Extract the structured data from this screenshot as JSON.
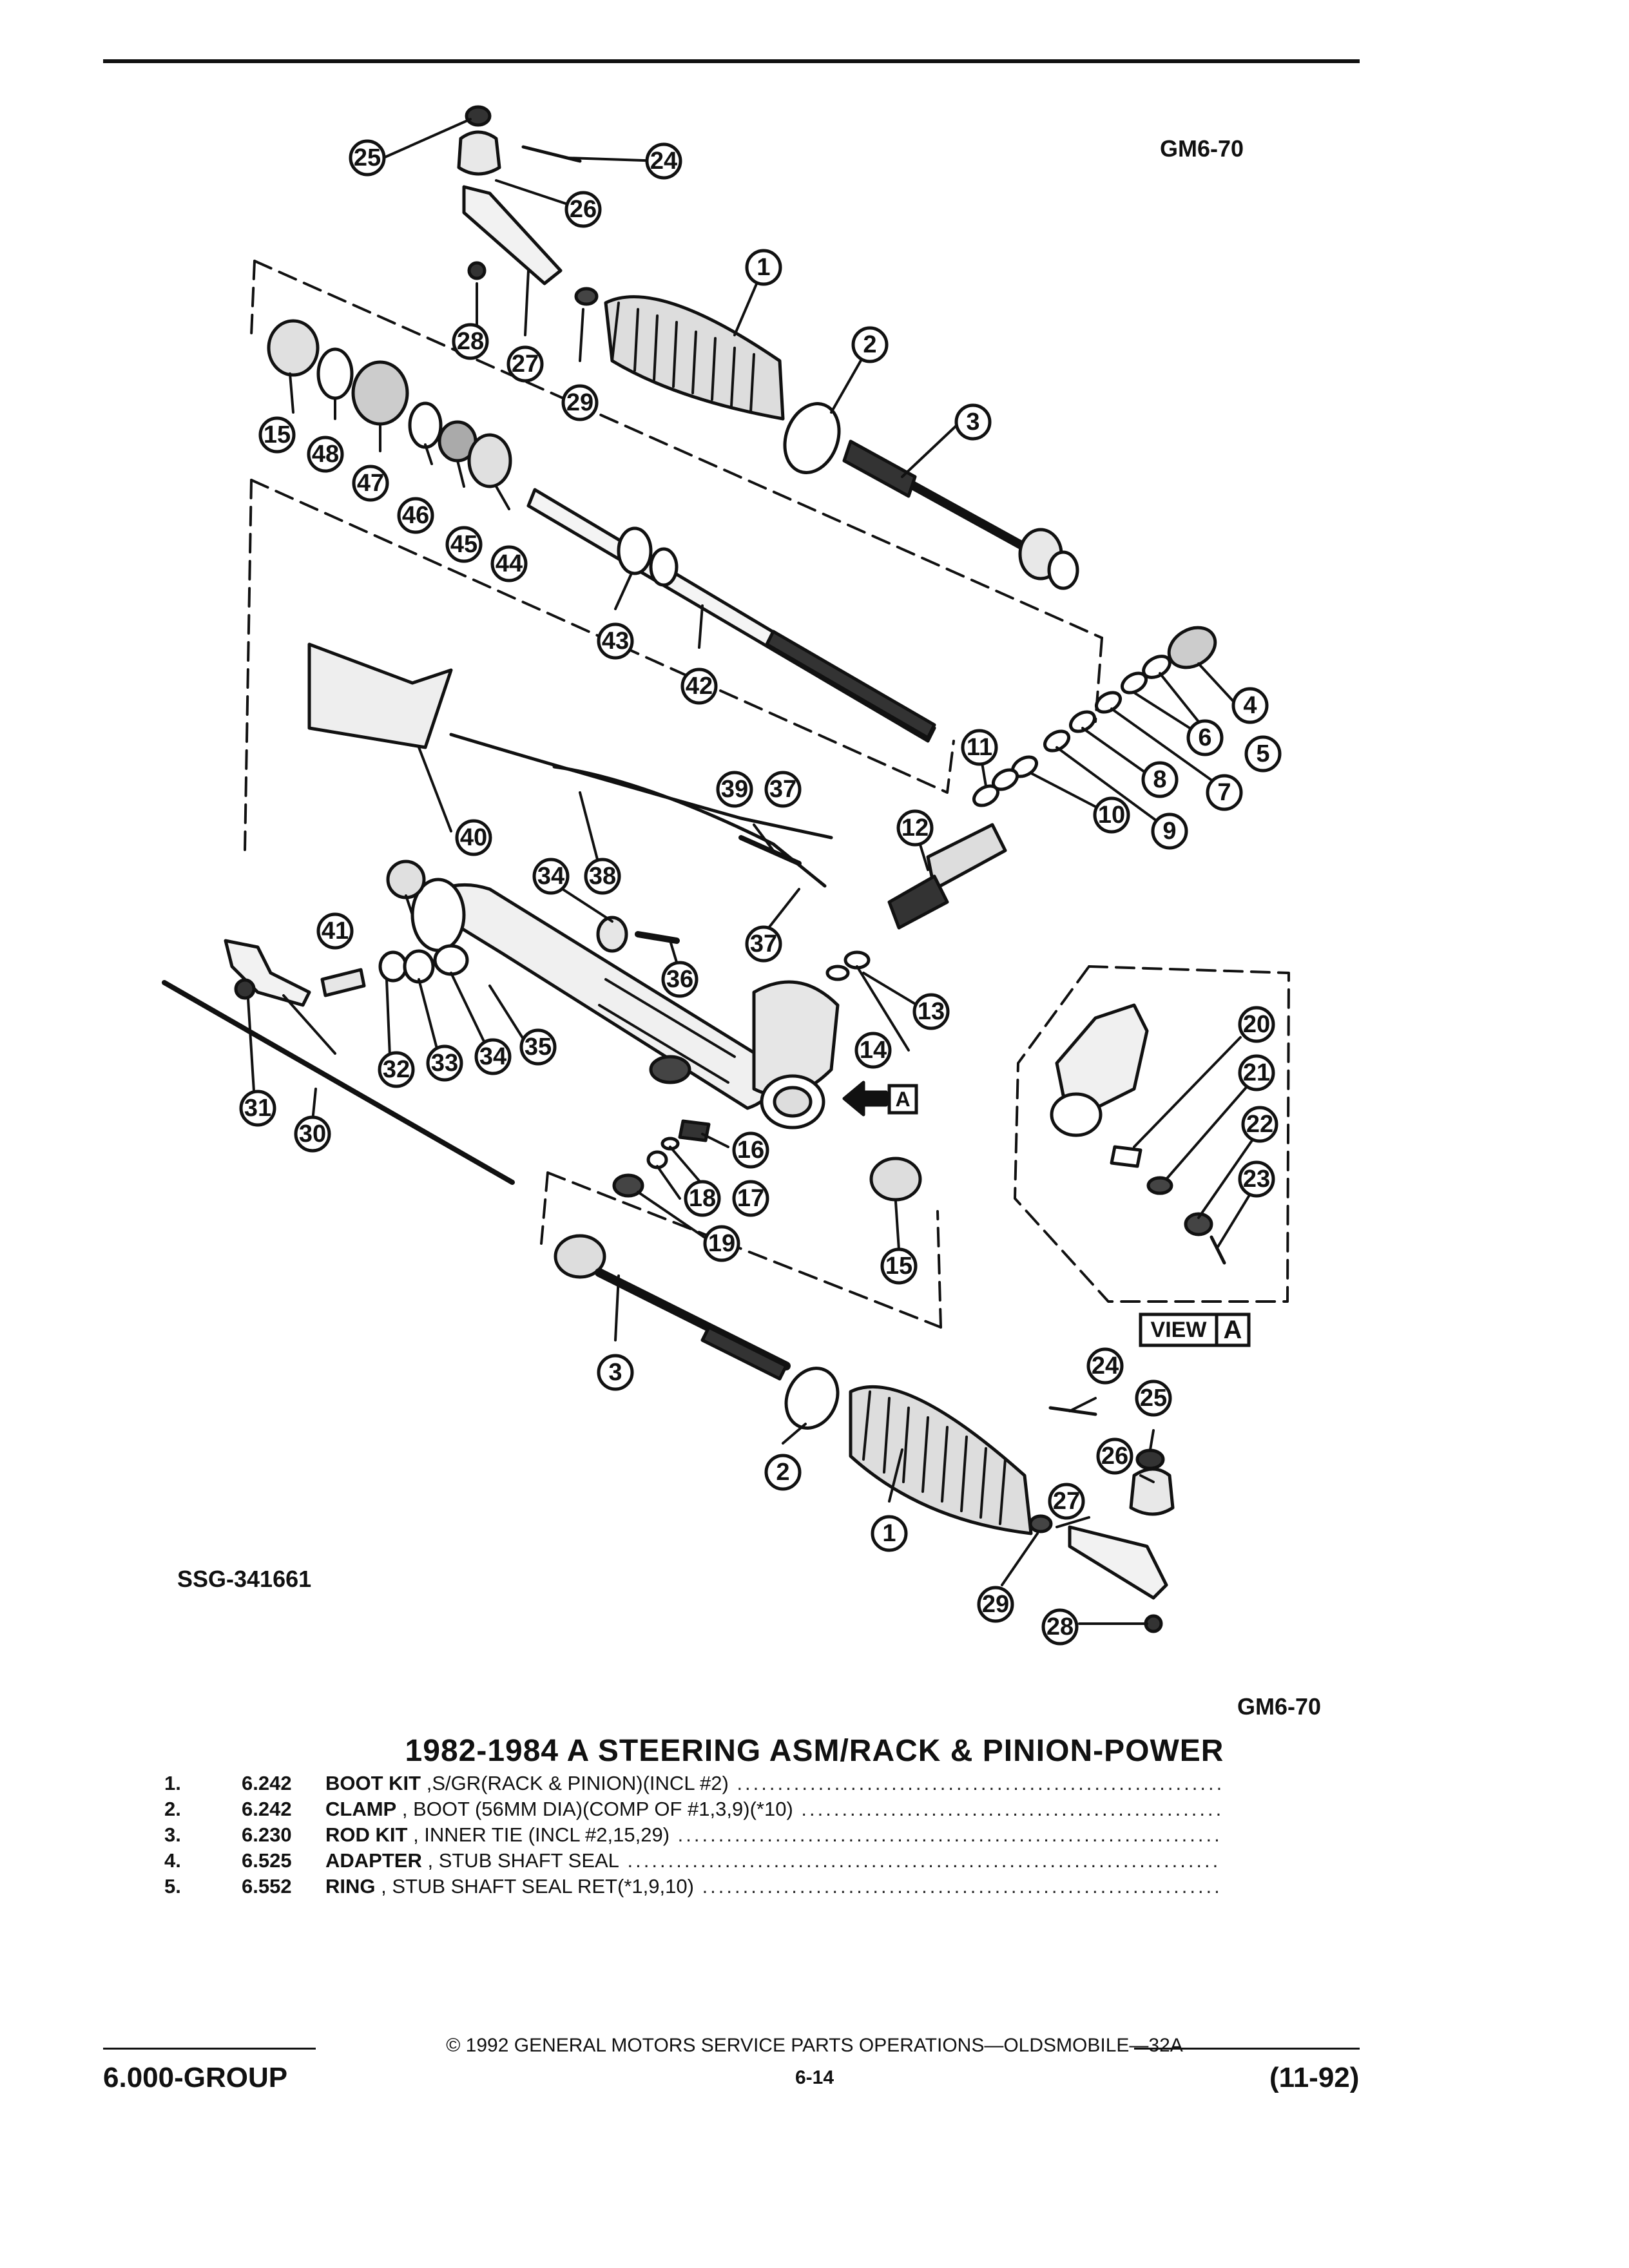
{
  "header": {
    "code_top": "GM6-70",
    "code_bottom": "GM6-70",
    "illustration_id": "SSG-341661"
  },
  "diagram": {
    "view_label": "VIEW",
    "view_letter": "A",
    "callouts": [
      "1",
      "2",
      "3",
      "4",
      "5",
      "6",
      "7",
      "8",
      "9",
      "10",
      "11",
      "12",
      "13",
      "14",
      "15",
      "16",
      "17",
      "18",
      "19",
      "20",
      "21",
      "22",
      "23",
      "24",
      "25",
      "26",
      "27",
      "28",
      "29",
      "30",
      "31",
      "32",
      "33",
      "34",
      "35",
      "36",
      "37",
      "38",
      "39",
      "40",
      "41",
      "42",
      "43",
      "44",
      "45",
      "46",
      "47",
      "48"
    ]
  },
  "title": "1982-1984 A STEERING ASM/RACK & PINION-POWER",
  "parts": [
    {
      "no": "1.",
      "code": "6.242",
      "name": "BOOT KIT",
      "desc": ",S/GR(RACK & PINION)(INCL #2)"
    },
    {
      "no": "2.",
      "code": "6.242",
      "name": "CLAMP",
      "desc": ", BOOT (56MM DIA)(COMP OF #1,3,9)(*10)"
    },
    {
      "no": "3.",
      "code": "6.230",
      "name": "ROD KIT",
      "desc": ", INNER TIE (INCL #2,15,29)"
    },
    {
      "no": "4.",
      "code": "6.525",
      "name": "ADAPTER",
      "desc": ", STUB SHAFT SEAL"
    },
    {
      "no": "5.",
      "code": "6.552",
      "name": "RING",
      "desc": ", STUB SHAFT SEAL RET(*1,9,10)"
    }
  ],
  "footer": {
    "copyright": "© 1992 GENERAL MOTORS SERVICE PARTS OPERATIONS—OLDSMOBILE—32A",
    "group": "6.000-GROUP",
    "page": "6-14",
    "date": "(11-92)"
  }
}
